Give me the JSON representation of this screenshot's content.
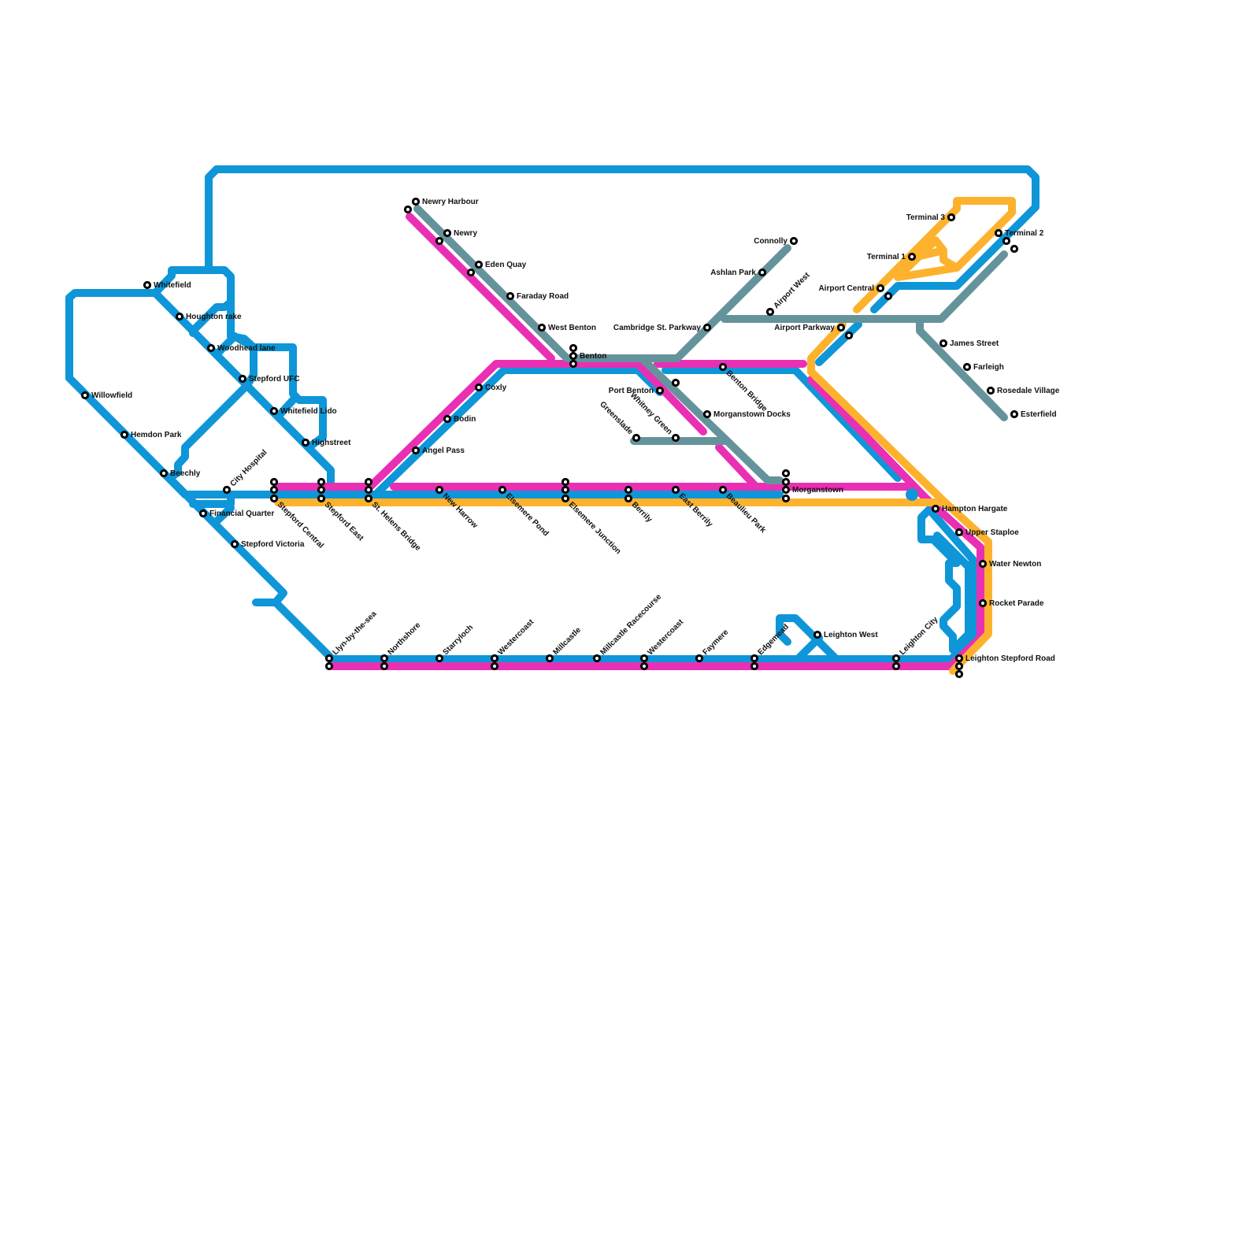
{
  "map": {
    "title": "Transit network map",
    "lines": [
      {
        "id": "blue",
        "name": "Blue line",
        "color": "#0E96D8"
      },
      {
        "id": "magenta",
        "name": "Magenta line",
        "color": "#E92FB3"
      },
      {
        "id": "orange",
        "name": "Orange line",
        "color": "#FDB22E"
      },
      {
        "id": "grey",
        "name": "Grey line",
        "color": "#65939C"
      }
    ],
    "stations": [
      {
        "name": "Whitefield"
      },
      {
        "name": "Houghton rake"
      },
      {
        "name": "Woodhead lane"
      },
      {
        "name": "Stepford UFC"
      },
      {
        "name": "Willowfield"
      },
      {
        "name": "Hemdon Park"
      },
      {
        "name": "Beechly"
      },
      {
        "name": "City Hospital"
      },
      {
        "name": "Financial Quarter"
      },
      {
        "name": "Stepford Victoria"
      },
      {
        "name": "Whitefield Lido"
      },
      {
        "name": "Highstreet"
      },
      {
        "name": "Stepford Central"
      },
      {
        "name": "Stepford East"
      },
      {
        "name": "St. Helens Bridge"
      },
      {
        "name": "New Harrow"
      },
      {
        "name": "Elsemere Pond"
      },
      {
        "name": "Elsemere Junction"
      },
      {
        "name": "Berrily"
      },
      {
        "name": "East Berrily"
      },
      {
        "name": "Beaulieu Park"
      },
      {
        "name": "Morganstown"
      },
      {
        "name": "Angel Pass"
      },
      {
        "name": "Bodin"
      },
      {
        "name": "Coxly"
      },
      {
        "name": "Benton"
      },
      {
        "name": "Newry Harbour"
      },
      {
        "name": "Newry"
      },
      {
        "name": "Eden Quay"
      },
      {
        "name": "Faraday Road"
      },
      {
        "name": "West Benton"
      },
      {
        "name": "Cambridge St. Parkway"
      },
      {
        "name": "Ashlan Park"
      },
      {
        "name": "Connolly"
      },
      {
        "name": "Airport West"
      },
      {
        "name": "Airport Parkway"
      },
      {
        "name": "Airport Central"
      },
      {
        "name": "Terminal 1"
      },
      {
        "name": "Terminal 3"
      },
      {
        "name": "Terminal 2"
      },
      {
        "name": "James Street"
      },
      {
        "name": "Farleigh"
      },
      {
        "name": "Rosedale Village"
      },
      {
        "name": "Esterfield"
      },
      {
        "name": "Port Benton"
      },
      {
        "name": "Whitney Green"
      },
      {
        "name": "Greenslade"
      },
      {
        "name": "Benton Bridge"
      },
      {
        "name": "Morganstown Docks"
      },
      {
        "name": "Hampton Hargate"
      },
      {
        "name": "Upper Staploe"
      },
      {
        "name": "Water Newton"
      },
      {
        "name": "Rocket Parade"
      },
      {
        "name": "Leighton Stepford Road"
      },
      {
        "name": "Leighton City"
      },
      {
        "name": "Leighton West"
      },
      {
        "name": "Edgemead"
      },
      {
        "name": "Faymere"
      },
      {
        "name": "Westercoast"
      },
      {
        "name": "Millcastle Racecourse"
      },
      {
        "name": "Millcastle"
      },
      {
        "name": "Westercoast"
      },
      {
        "name": "Starryloch"
      },
      {
        "name": "Northshore"
      },
      {
        "name": "Llyn-by-the-sea"
      }
    ]
  }
}
